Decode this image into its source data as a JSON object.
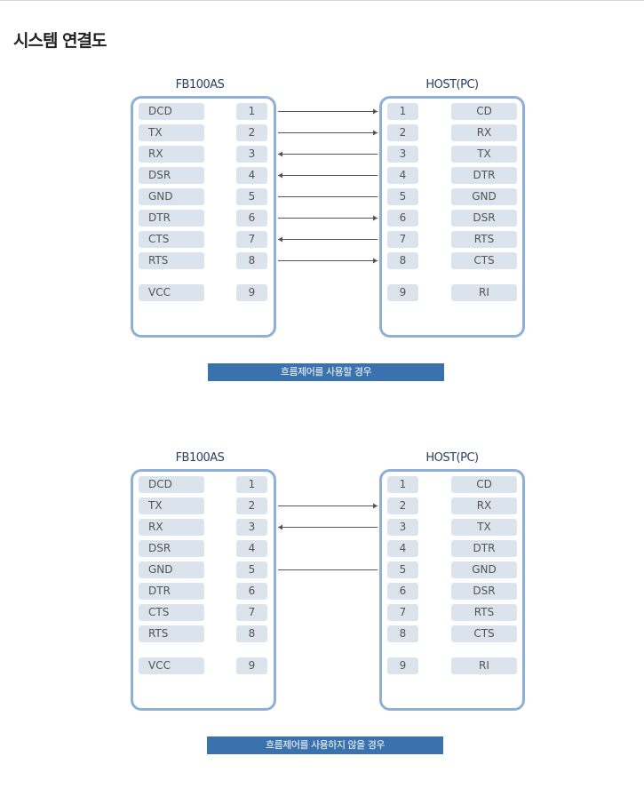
{
  "page": {
    "title": "시스템 연결도"
  },
  "diagrams": [
    {
      "left_title": "FB100AS",
      "right_title": "HOST(PC)",
      "caption": "흐름제어를 사용할 경우",
      "left_rows": [
        {
          "signal": "DCD",
          "pin": "1"
        },
        {
          "signal": "TX",
          "pin": "2"
        },
        {
          "signal": "RX",
          "pin": "3"
        },
        {
          "signal": "DSR",
          "pin": "4"
        },
        {
          "signal": "GND",
          "pin": "5"
        },
        {
          "signal": "DTR",
          "pin": "6"
        },
        {
          "signal": "CTS",
          "pin": "7"
        },
        {
          "signal": "RTS",
          "pin": "8"
        },
        {
          "signal": "VCC",
          "pin": "9"
        }
      ],
      "right_rows": [
        {
          "pin": "1",
          "signal": "CD"
        },
        {
          "pin": "2",
          "signal": "RX"
        },
        {
          "pin": "3",
          "signal": "TX"
        },
        {
          "pin": "4",
          "signal": "DTR"
        },
        {
          "pin": "5",
          "signal": "GND"
        },
        {
          "pin": "6",
          "signal": "DSR"
        },
        {
          "pin": "7",
          "signal": "RTS"
        },
        {
          "pin": "8",
          "signal": "CTS"
        },
        {
          "pin": "9",
          "signal": "RI"
        }
      ],
      "connections": [
        {
          "row": 1,
          "dir": "right"
        },
        {
          "row": 2,
          "dir": "right"
        },
        {
          "row": 3,
          "dir": "left"
        },
        {
          "row": 4,
          "dir": "left"
        },
        {
          "row": 5,
          "dir": "none"
        },
        {
          "row": 6,
          "dir": "right"
        },
        {
          "row": 7,
          "dir": "left"
        },
        {
          "row": 8,
          "dir": "right"
        }
      ]
    },
    {
      "left_title": "FB100AS",
      "right_title": "HOST(PC)",
      "caption": "흐름제어를 사용하지 않을 경우",
      "left_rows": [
        {
          "signal": "DCD",
          "pin": "1"
        },
        {
          "signal": "TX",
          "pin": "2"
        },
        {
          "signal": "RX",
          "pin": "3"
        },
        {
          "signal": "DSR",
          "pin": "4"
        },
        {
          "signal": "GND",
          "pin": "5"
        },
        {
          "signal": "DTR",
          "pin": "6"
        },
        {
          "signal": "CTS",
          "pin": "7"
        },
        {
          "signal": "RTS",
          "pin": "8"
        },
        {
          "signal": "VCC",
          "pin": "9"
        }
      ],
      "right_rows": [
        {
          "pin": "1",
          "signal": "CD"
        },
        {
          "pin": "2",
          "signal": "RX"
        },
        {
          "pin": "3",
          "signal": "TX"
        },
        {
          "pin": "4",
          "signal": "DTR"
        },
        {
          "pin": "5",
          "signal": "GND"
        },
        {
          "pin": "6",
          "signal": "DSR"
        },
        {
          "pin": "7",
          "signal": "RTS"
        },
        {
          "pin": "8",
          "signal": "CTS"
        },
        {
          "pin": "9",
          "signal": "RI"
        }
      ],
      "connections": [
        {
          "row": 2,
          "dir": "right"
        },
        {
          "row": 3,
          "dir": "left"
        },
        {
          "row": 5,
          "dir": "none"
        }
      ]
    }
  ],
  "colors": {
    "box_border": "#8fb0d6",
    "cell_bg": "#dbe3ed",
    "caption_bg": "#3a72ae",
    "wire": "#555555",
    "title_text": "#2a3f66"
  }
}
